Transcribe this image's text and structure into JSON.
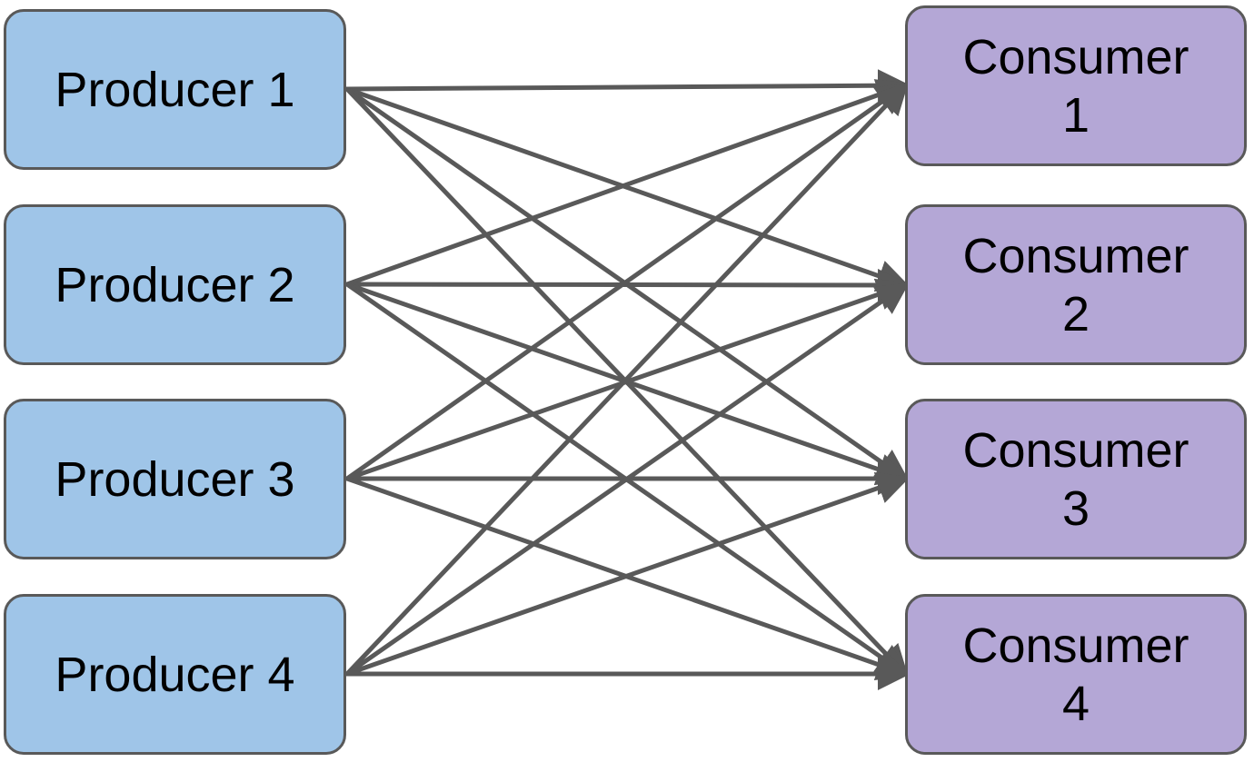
{
  "diagram": {
    "producers": [
      {
        "id": "p1",
        "label": "Producer 1"
      },
      {
        "id": "p2",
        "label": "Producer 2"
      },
      {
        "id": "p3",
        "label": "Producer 3"
      },
      {
        "id": "p4",
        "label": "Producer 4"
      }
    ],
    "consumers": [
      {
        "id": "c1",
        "label": "Consumer 1"
      },
      {
        "id": "c2",
        "label": "Consumer 2"
      },
      {
        "id": "c3",
        "label": "Consumer 3"
      },
      {
        "id": "c4",
        "label": "Consumer 4"
      }
    ],
    "edges": [
      [
        "p1",
        "c1"
      ],
      [
        "p1",
        "c2"
      ],
      [
        "p1",
        "c3"
      ],
      [
        "p1",
        "c4"
      ],
      [
        "p2",
        "c1"
      ],
      [
        "p2",
        "c2"
      ],
      [
        "p2",
        "c3"
      ],
      [
        "p2",
        "c4"
      ],
      [
        "p3",
        "c1"
      ],
      [
        "p3",
        "c2"
      ],
      [
        "p3",
        "c3"
      ],
      [
        "p3",
        "c4"
      ],
      [
        "p4",
        "c1"
      ],
      [
        "p4",
        "c2"
      ],
      [
        "p4",
        "c3"
      ],
      [
        "p4",
        "c4"
      ]
    ],
    "colors": {
      "producer_fill": "#9fc5e8",
      "consumer_fill": "#b4a7d6",
      "border": "#595959",
      "arrow": "#595959"
    }
  }
}
